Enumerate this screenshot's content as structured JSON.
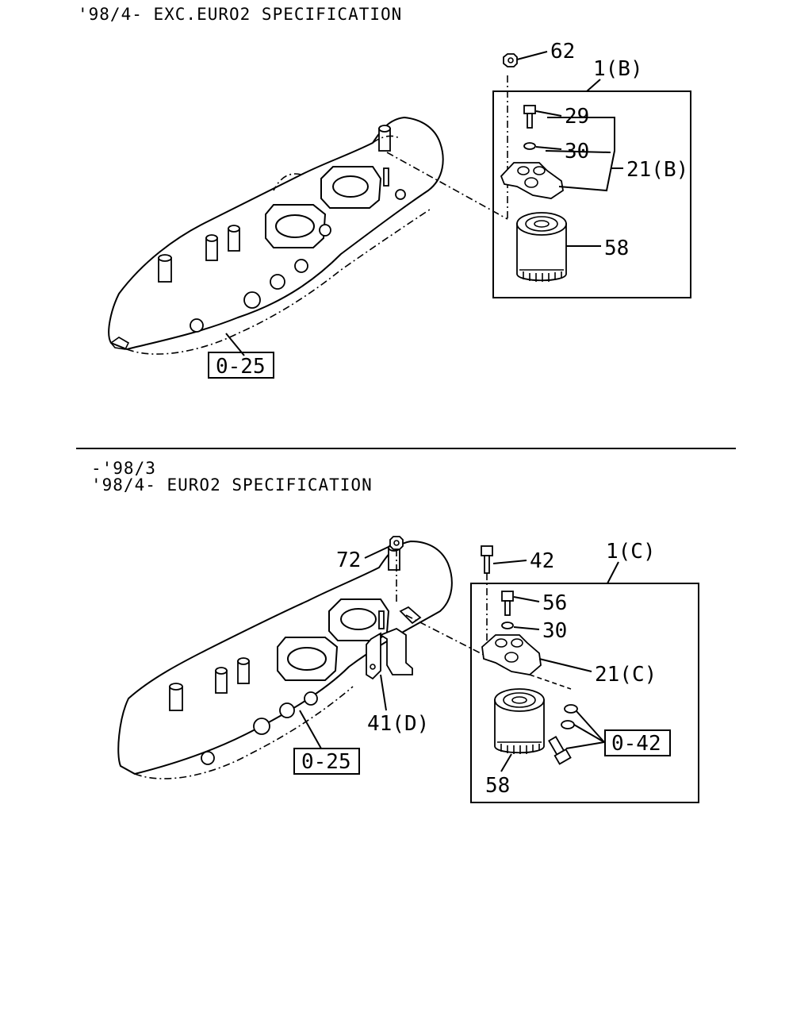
{
  "top": {
    "header": "'98/4- EXC.EURO2 SPECIFICATION",
    "assembly_label": "1(B)",
    "parts": {
      "nut": "62",
      "bolt": "29",
      "washer": "30",
      "bracket_group": "21(B)",
      "filter": "58",
      "manifold_ref": "0-25"
    }
  },
  "bottom": {
    "header_line1": "-'98/3",
    "header_line2": "'98/4- EURO2 SPECIFICATION",
    "assembly_label": "1(C)",
    "parts": {
      "nut": "72",
      "bolt_outer": "42",
      "bolt": "56",
      "washer": "30",
      "bracket": "21(C)",
      "stay": "41(D)",
      "filter": "58",
      "manifold_ref": "0-25",
      "parts_ref": "0-42"
    }
  }
}
